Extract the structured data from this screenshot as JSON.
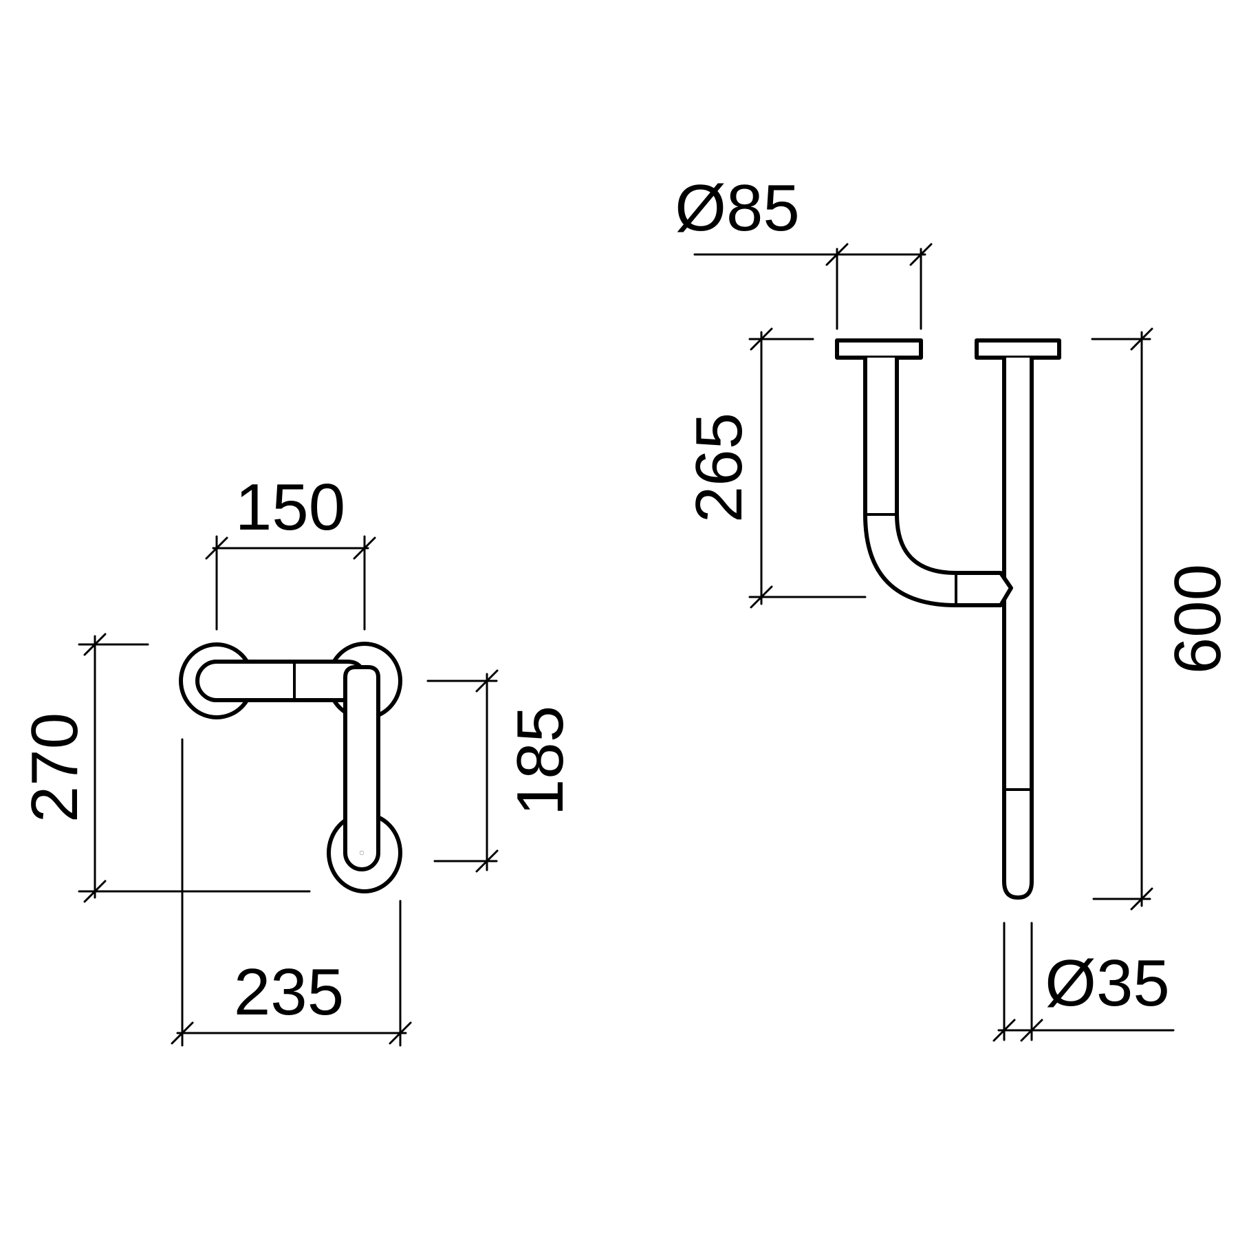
{
  "dimensions": {
    "plan_width_top": "150",
    "plan_width_bottom": "235",
    "plan_height_total": "270",
    "plan_height_inner": "185",
    "flange_diameter": "Ø85",
    "elbow_drop": "265",
    "overall_length": "600",
    "tube_diameter": "Ø35"
  },
  "colors": {
    "ink": "#000000",
    "paper": "#ffffff"
  }
}
